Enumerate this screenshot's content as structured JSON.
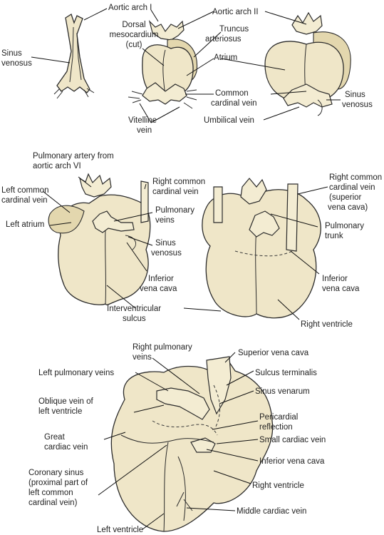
{
  "labels": {
    "aortic_arch_1": "Aortic arch I",
    "aortic_arch_2": "Aortic arch II",
    "dorsal_mesocardium_1": "Dorsal",
    "dorsal_mesocardium_2": "mesocardium",
    "dorsal_mesocardium_3": "(cut)",
    "truncus_1": "Truncus",
    "truncus_2": "arteriosus",
    "atrium": "Atrium",
    "sinus_venosus_left_1": "Sinus",
    "sinus_venosus_left_2": "venosus",
    "common_cardinal_1": "Common",
    "common_cardinal_2": "cardinal vein",
    "sinus_venosus_right_1": "Sinus",
    "sinus_venosus_right_2": "venosus",
    "vitelline_1": "Vitelline",
    "vitelline_2": "vein",
    "umbilical": "Umbilical vein",
    "pulm_artery_1": "Pulmonary artery from",
    "pulm_artery_2": "aortic arch VI",
    "right_common_cardinal_a1": "Right common",
    "right_common_cardinal_a2": "cardinal vein",
    "left_common_cardinal_1": "Left common",
    "left_common_cardinal_2": "cardinal vein",
    "left_atrium": "Left atrium",
    "pulm_veins_1": "Pulmonary",
    "pulm_veins_2": "veins",
    "sinus_venosus_mid_1": "Sinus",
    "sinus_venosus_mid_2": "venosus",
    "ivc_mid_1": "Inferior",
    "ivc_mid_2": "vena cava",
    "interventricular_1": "Interventricular",
    "interventricular_2": "sulcus",
    "right_common_cardinal_b1": "Right common",
    "right_common_cardinal_b2": "cardinal vein",
    "right_common_cardinal_b3": "(superior",
    "right_common_cardinal_b4": "vena cava)",
    "pulm_trunk_1": "Pulmonary",
    "pulm_trunk_2": "trunk",
    "ivc_right_1": "Inferior",
    "ivc_right_2": "vena cava",
    "right_ventricle_mid": "Right ventricle",
    "right_pulm_veins_1": "Right pulmonary",
    "right_pulm_veins_2": "veins",
    "svc": "Superior vena cava",
    "left_pulm_veins": "Left pulmonary veins",
    "sulcus_terminalis": "Sulcus terminalis",
    "oblique_vein_1": "Oblique vein of",
    "oblique_vein_2": "left ventricle",
    "sinus_venarum": "Sinus venarum",
    "pericardial_1": "Pericardial",
    "pericardial_2": "reflection",
    "great_cardiac_1": "Great",
    "great_cardiac_2": "cardiac vein",
    "small_cardiac": "Small cardiac vein",
    "ivc_bottom": "Inferior vena cava",
    "coronary_sinus_1": "Coronary sinus",
    "coronary_sinus_2": "(proximal part of",
    "coronary_sinus_3": "left common",
    "coronary_sinus_4": "cardinal vein)",
    "right_ventricle_bottom": "Right ventricle",
    "middle_cardiac": "Middle cardiac vein",
    "left_ventricle": "Left ventricle"
  }
}
